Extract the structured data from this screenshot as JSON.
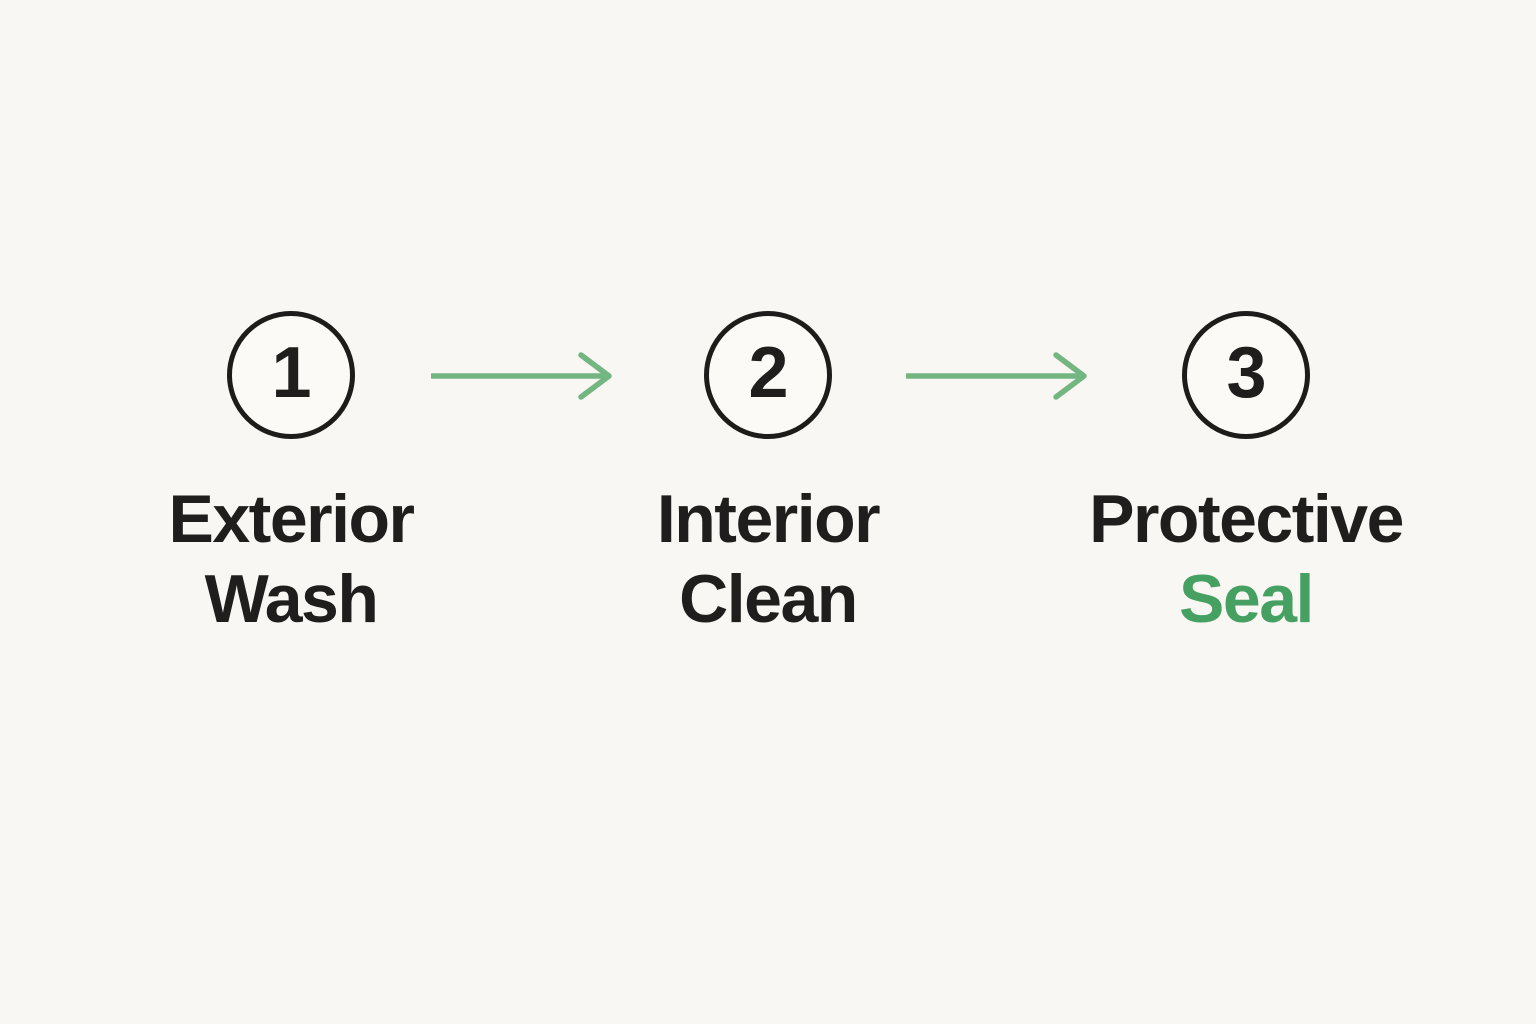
{
  "diagram": {
    "type": "process-flow",
    "step_count": 3,
    "steps": [
      {
        "number": "1",
        "label_line1": "Exterior",
        "label_line2": "Wash"
      },
      {
        "number": "2",
        "label_line1": "Interior",
        "label_line2": "Clean"
      },
      {
        "number": "3",
        "label_line1": "Protective",
        "label_line2": "Seal",
        "label_line2_highlighted": true
      }
    ],
    "colors": {
      "background": "#f8f7f3",
      "circle_fill": "#fbfaf6",
      "circle_stroke": "#1d1c1a",
      "text": "#1f1e1c",
      "arrow_green": "#74b681",
      "highlight_green": "#46a061"
    }
  }
}
